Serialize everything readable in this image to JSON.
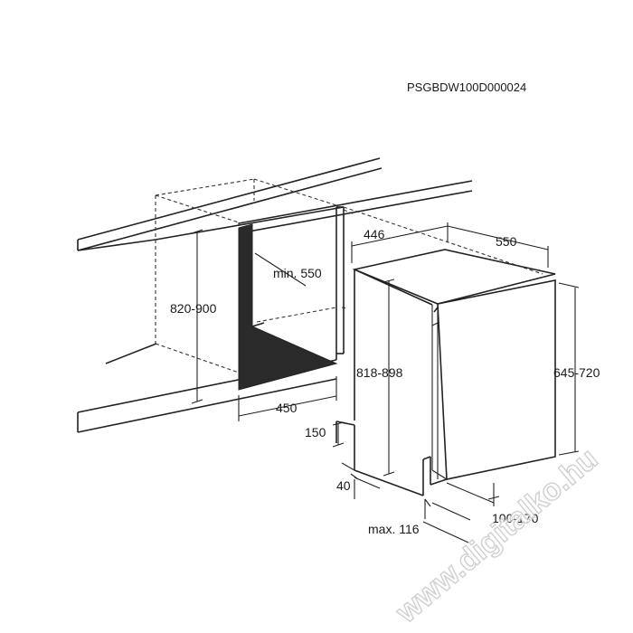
{
  "product_code": "PSGBDW100D000024",
  "dimensions": {
    "niche_height": "820-900",
    "niche_depth_min": "min. 550",
    "niche_width": "450",
    "appliance_width": "446",
    "appliance_depth": "550",
    "appliance_height_with_plinth": "818-898",
    "appliance_body_height": "645-720",
    "plinth_height": "150",
    "plinth_recess": "40",
    "plinth_adjust": "100-170",
    "door_max": "max. 116"
  },
  "watermark": "www.digitalko.hu"
}
